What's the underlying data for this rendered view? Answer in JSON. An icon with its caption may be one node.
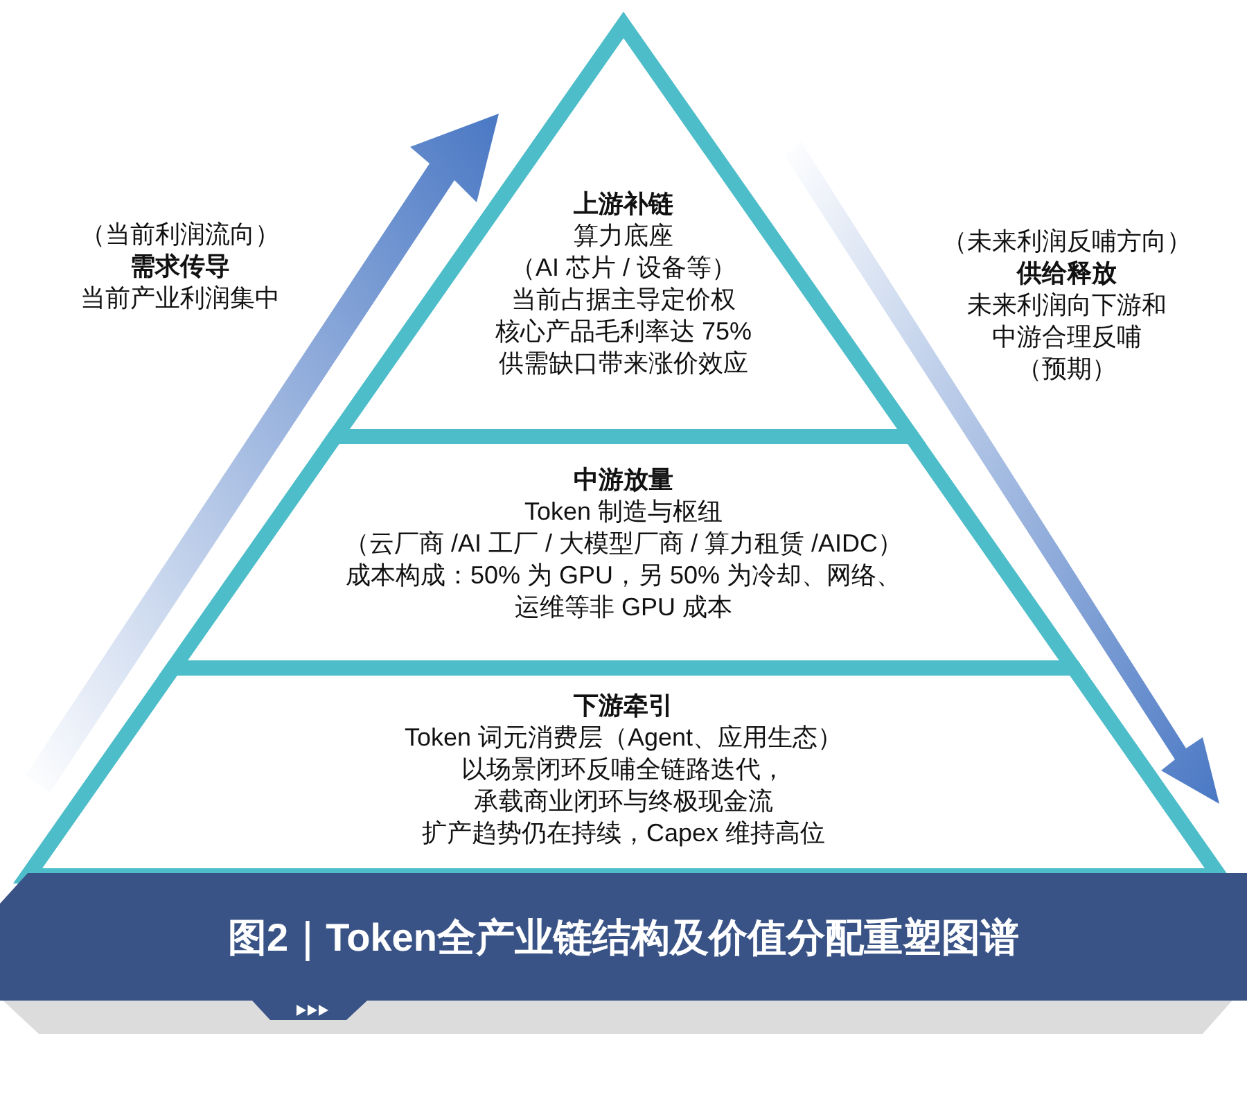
{
  "diagram": {
    "title": "图2｜Token全产业链结构及价值分配重塑图谱",
    "nodes": [
      {
        "text": [
          "上游补链",
          "算力底座",
          "（AI 芯片 / 设备等）",
          "当前占据主导定价权",
          "核心产品毛利率达 75%",
          "供需缺口带来涨价效应"
        ]
      },
      {
        "text": [
          "中游放量",
          "Token 制造与枢纽",
          "（云厂商 /AI 工厂 / 大模型厂商 / 算力租赁 /AIDC）",
          "成本构成：50% 为 GPU，另 50% 为冷却、网络、运维等非 GPU 成本"
        ]
      },
      {
        "text": [
          "下游牵引",
          "Token 词元消费层（Agent、应用生态）",
          "以场景闭环反哺全链路迭代，",
          "承载商业闭环与终极现金流",
          "扩产趋势仍在持续，Capex 维持高位"
        ]
      }
    ],
    "labels": [
      "（当前利润流向）",
      "需求传导",
      "当前产业利润集中",
      "（未来利润反哺方向）",
      "供给释放",
      "未来利润向下游和中游合理反哺",
      "（预期）"
    ]
  }
}
